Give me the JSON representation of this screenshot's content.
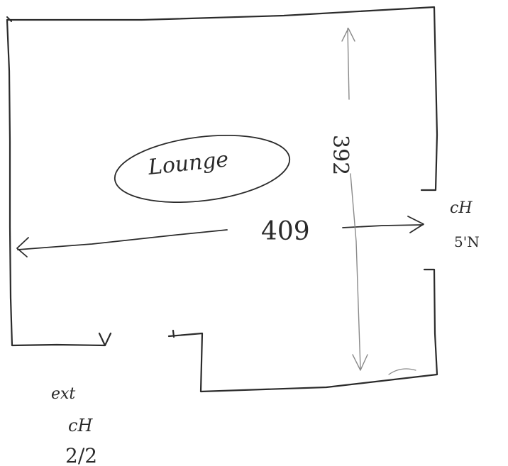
{
  "room": {
    "name": "Lounge"
  },
  "dimensions": {
    "width": "409",
    "depth": "392"
  },
  "notes": {
    "right": [
      "cH",
      "5'N"
    ],
    "bottom_left": [
      "ext",
      "cH",
      "2/2"
    ]
  }
}
